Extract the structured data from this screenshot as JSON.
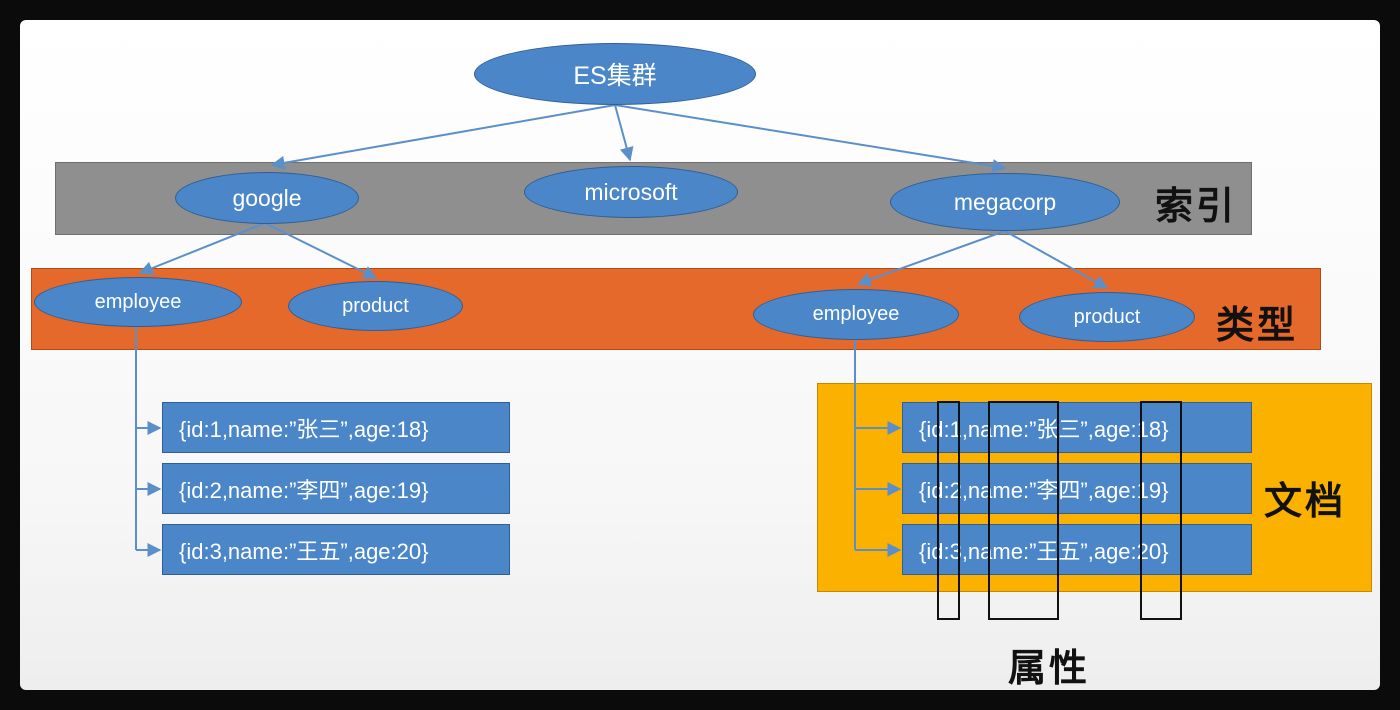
{
  "root": {
    "label": "ES集群"
  },
  "indices": [
    {
      "label": "google"
    },
    {
      "label": "microsoft"
    },
    {
      "label": "megacorp"
    }
  ],
  "types": {
    "google": [
      {
        "label": "employee"
      },
      {
        "label": "product"
      }
    ],
    "megacorp": [
      {
        "label": "employee"
      },
      {
        "label": "product"
      }
    ]
  },
  "documents": {
    "google_employee": [
      "{id:1,name:”张三”,age:18}",
      "{id:2,name:”李四”,age:19}",
      "{id:3,name:”王五”,age:20}"
    ],
    "megacorp_employee": [
      "{id:1,name:”张三”,age:18}",
      "{id:2,name:”李四”,age:19}",
      "{id:3,name:”王五”,age:20}"
    ]
  },
  "labels": {
    "index": "索引",
    "type": "类型",
    "document": "文档",
    "attribute": "属性"
  },
  "colors": {
    "node_fill": "#4a86c8",
    "index_band": "#8f8f8f",
    "type_band": "#e4692a",
    "document_band": "#fab100",
    "connector": "#5b8fc9"
  }
}
